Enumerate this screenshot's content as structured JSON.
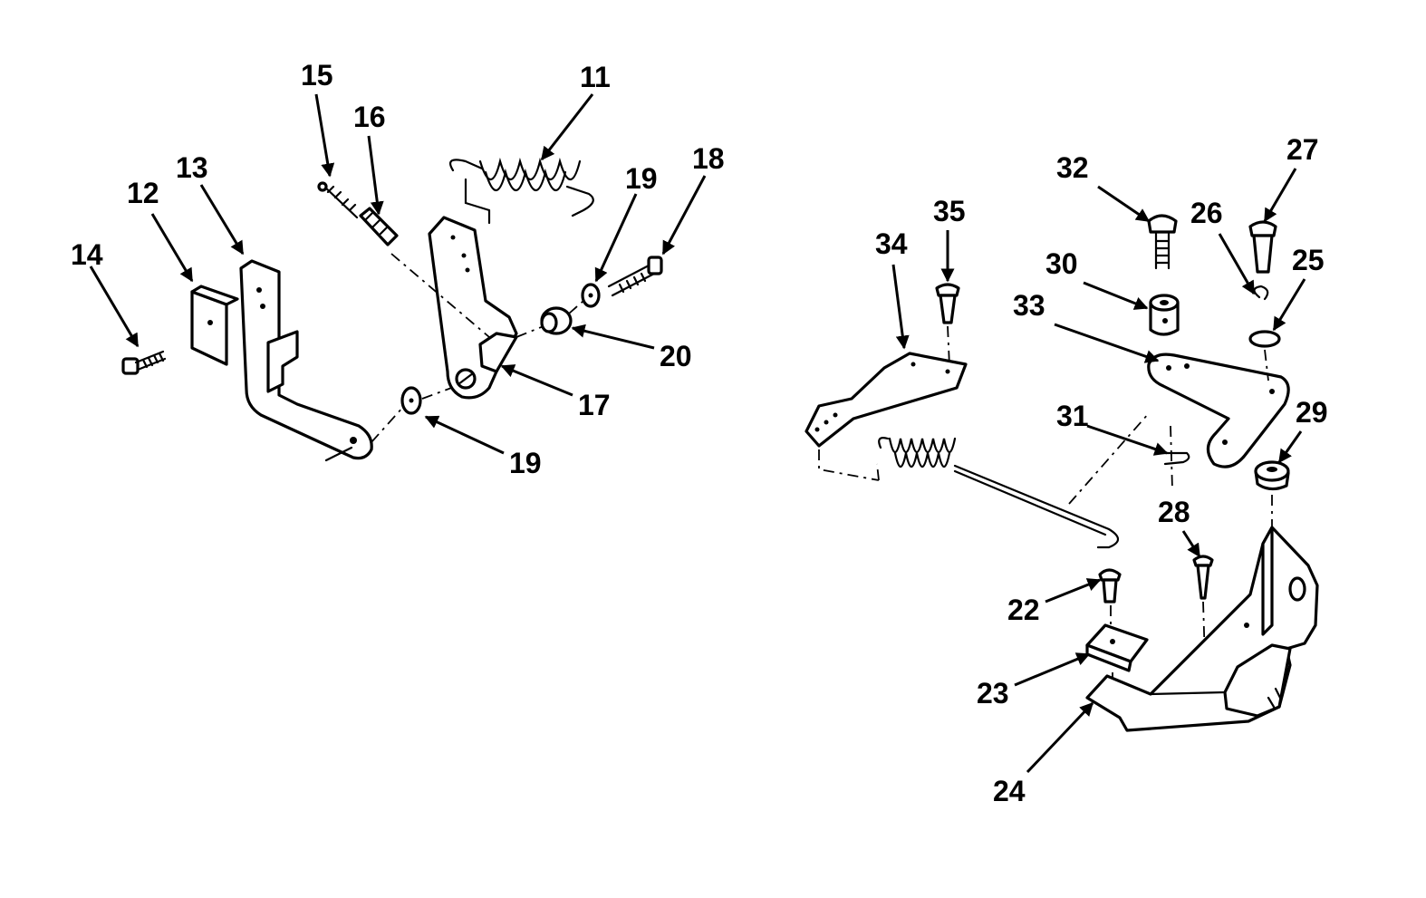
{
  "callouts": {
    "c11": "11",
    "c12": "12",
    "c13": "13",
    "c14": "14",
    "c15": "15",
    "c16": "16",
    "c17": "17",
    "c18": "18",
    "c19a": "19",
    "c19b": "19",
    "c20": "20",
    "c22": "22",
    "c23": "23",
    "c24": "24",
    "c25": "25",
    "c26": "26",
    "c27": "27",
    "c28": "28",
    "c29": "29",
    "c30": "30",
    "c31": "31",
    "c32": "32",
    "c33": "33",
    "c34": "34",
    "c35": "35"
  }
}
